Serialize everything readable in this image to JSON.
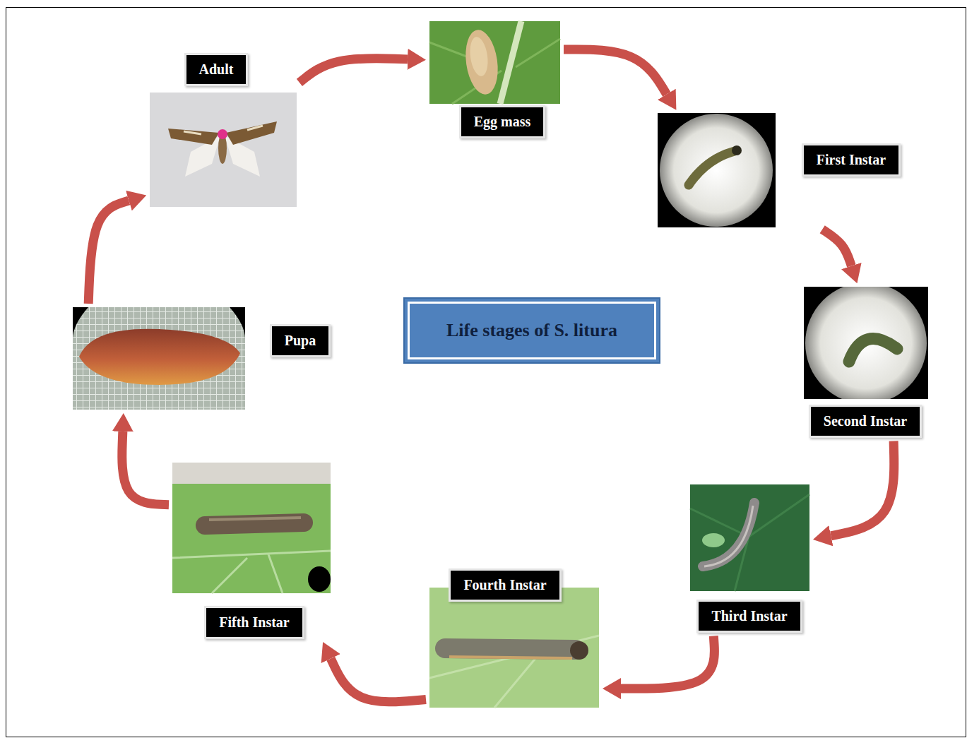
{
  "diagram": {
    "title": "Life stages of S. litura",
    "nodes": [
      {
        "text": [
          "Egg mass"
        ]
      },
      {
        "text": [
          "First Instar"
        ]
      },
      {
        "text": [
          "Second Instar"
        ]
      },
      {
        "text": [
          "Third Instar"
        ]
      },
      {
        "text": [
          "Fourth Instar"
        ]
      },
      {
        "text": [
          "Fifth Instar"
        ]
      },
      {
        "text": [
          "Pupa"
        ]
      },
      {
        "text": [
          "Adult"
        ]
      }
    ],
    "edges": [
      {
        "from": 0,
        "to": 1,
        "arrow": "to"
      },
      {
        "from": 1,
        "to": 2,
        "arrow": "to"
      },
      {
        "from": 2,
        "to": 3,
        "arrow": "to"
      },
      {
        "from": 3,
        "to": 4,
        "arrow": "to"
      },
      {
        "from": 4,
        "to": 5,
        "arrow": "to"
      },
      {
        "from": 5,
        "to": 6,
        "arrow": "to"
      },
      {
        "from": 6,
        "to": 7,
        "arrow": "to"
      },
      {
        "from": 7,
        "to": 0,
        "arrow": "to"
      }
    ]
  }
}
